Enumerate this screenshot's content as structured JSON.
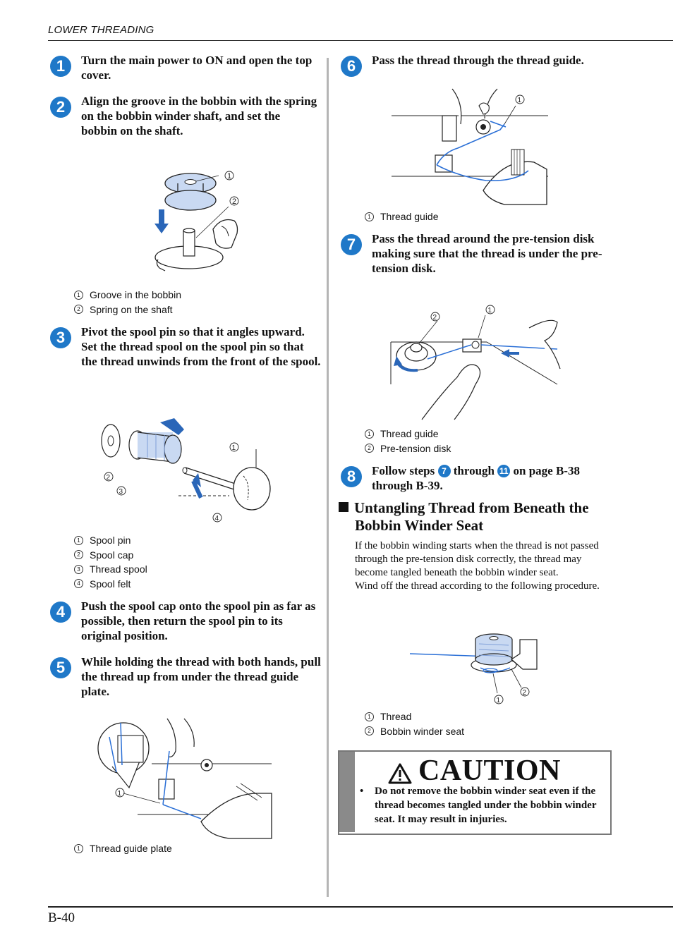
{
  "header": {
    "section": "LOWER THREADING"
  },
  "footer": {
    "page_number": "B-40"
  },
  "steps": [
    {
      "number": "1",
      "text": "Turn the main power to ON and open the top cover."
    },
    {
      "number": "2",
      "text": "Align the groove in the bobbin with the spring on the bobbin winder shaft, and set the bobbin on the shaft."
    },
    {
      "number": "3",
      "text": "Pivot the spool pin so that it angles upward. Set the thread spool on the spool pin so that the thread unwinds from the front of the spool."
    },
    {
      "number": "4",
      "text": "Push the spool cap onto the spool pin as far as possible, then return the spool pin to its original position."
    },
    {
      "number": "5",
      "text": "While holding the thread with both hands, pull the thread up from under the thread guide plate."
    },
    {
      "number": "6",
      "text": "Pass the thread through the thread guide."
    },
    {
      "number": "7",
      "text": "Pass the thread around the pre-tension disk making sure that the thread is under the pre-tension disk."
    },
    {
      "number": "8",
      "text_a": "Follow steps",
      "ref_from": "7",
      "text_b": "through",
      "ref_to": "11",
      "text_c": "on page B-38 through B-39."
    }
  ],
  "captions": {
    "fig2": [
      {
        "n": "1",
        "text": "Groove in the bobbin"
      },
      {
        "n": "2",
        "text": "Spring on the shaft"
      }
    ],
    "fig3": [
      {
        "n": "1",
        "text": "Spool pin"
      },
      {
        "n": "2",
        "text": "Spool cap"
      },
      {
        "n": "3",
        "text": "Thread spool"
      },
      {
        "n": "4",
        "text": "Spool felt"
      }
    ],
    "fig5": [
      {
        "n": "1",
        "text": "Thread guide plate"
      }
    ],
    "fig6": [
      {
        "n": "1",
        "text": "Thread guide"
      }
    ],
    "fig7": [
      {
        "n": "1",
        "text": "Thread guide"
      },
      {
        "n": "2",
        "text": "Pre-tension disk"
      }
    ],
    "fig_untangle": [
      {
        "n": "1",
        "text": "Thread"
      },
      {
        "n": "2",
        "text": "Bobbin winder seat"
      }
    ]
  },
  "section": {
    "title_line1": "Untangling Thread from Beneath the",
    "title_line2": "Bobbin Winder Seat",
    "para1": "If the bobbin winding starts when the thread is not passed through the pre-tension disk correctly, the thread may become tangled beneath the bobbin winder seat.",
    "para2": "Wind off the thread according to the following procedure."
  },
  "caution": {
    "title": "CAUTION",
    "bullet": "•",
    "text": "Do not remove the bobbin winder seat even if the thread becomes tangled under the bobbin winder seat. It may result in injuries."
  },
  "colors": {
    "accent": "#1f78c8",
    "thread": "#2a6fd6",
    "arrow": "#2a66b8"
  },
  "icons": {
    "caution": "warning-triangle-icon"
  }
}
